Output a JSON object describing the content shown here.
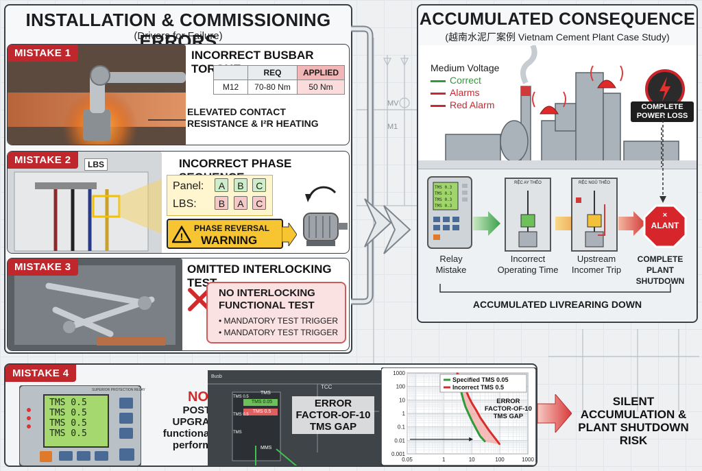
{
  "left": {
    "title": "INSTALLATION & COMMISSIONING ERRORS",
    "subtitle": "(Drivers for Failure)"
  },
  "mistake1": {
    "tag": "MISTAKE 1",
    "heading": "INCORRECT BUSBAR TORQUE",
    "table_headers": [
      "",
      "REQ",
      "APPLIED"
    ],
    "table_row": [
      "M12",
      "70-80 Nm",
      "50 Nm"
    ],
    "note_line1": "ELEVATED CONTACT",
    "note_line2": "RESISTANCE & I²R HEATING"
  },
  "mistake2": {
    "tag": "MISTAKE 2",
    "heading": "INCORRECT PHASE SEQUENCE",
    "panel_label": "LBS",
    "row1_label": "Panel:",
    "row1": [
      "A",
      "B",
      "C"
    ],
    "row2_label": "LBS:",
    "row2": [
      "B",
      "A",
      "C"
    ],
    "warn_line1": "PHASE REVERSAL",
    "warn_line2": "WARNING",
    "warn_symbol": "!"
  },
  "mistake3": {
    "tag": "MISTAKE 3",
    "heading": "OMITTED INTERLOCKING TEST",
    "box_line1": "NO INTERLOCKING",
    "box_line2": "FUNCTIONAL TEST",
    "bullets": [
      "• MANDATORY TEST TRIGGER",
      "• MANDATORY TEST TRIGGER"
    ]
  },
  "mistake4": {
    "tag": "MISTAKE 4",
    "relay_brand": "SUPERIOR PROTECTION RELAY",
    "lcd_rows": [
      "TMS  0.5",
      "TMS  0.5",
      "TMS  0.5",
      "TMS  0.5"
    ],
    "no": "NO",
    "no_line2": "POST-UPGRADE",
    "no_line3": "functional test",
    "no_line4": "performed",
    "error_line1": "ERROR",
    "error_line2": "FACTOR-OF-10",
    "error_line3": "TMS GAP",
    "tablet_rows": [
      "TMS",
      "TMS 0.05",
      "TMS 0.5"
    ],
    "tablet_labels": [
      "TMS 0.5",
      "TMS 0.5",
      "TMS"
    ],
    "tablet_footer": "MMS",
    "tcc_label": "TCC",
    "bus_label": "Busb"
  },
  "right": {
    "title": "ACCUMULATED CONSEQUENCE",
    "subtitle": "(越南水泥厂案例 Vietnam Cement Plant Case Study)",
    "legend_title": "Medium Voltage",
    "legend": [
      {
        "label": "Correct",
        "color": "#2e9a3a"
      },
      {
        "label": "Alarms",
        "color": "#c8282e"
      },
      {
        "label": "Red Alarm",
        "color": "#c8282e"
      }
    ],
    "power_loss_line1": "COMPLETE",
    "power_loss_line2": "POWER LOSS",
    "steps": [
      {
        "line1": "Relay",
        "line2": "Mistake"
      },
      {
        "line1": "Incorrect",
        "line2": "Operating Time"
      },
      {
        "line1": "Upstream",
        "line2": "Incomer Trip"
      }
    ],
    "relay_lcd": [
      "TMS 0.3",
      "TMS 0.3",
      "TMS 0.3",
      "TMS 0.3"
    ],
    "cb_tag1": "RỆC AY THẺO",
    "cb_tag2": "RỆC NGỦ THẺO",
    "stop_text": "ALANT",
    "stop_x": "×",
    "shutdown_line1": "COMPLETE PLANT",
    "shutdown_line2": "SHUTDOWN",
    "bottom_label": "ACCUMULATED LIVREARING DOWN"
  },
  "schematic": {
    "mv_label": "MV",
    "m1_label": "M1"
  },
  "final": {
    "line1": "SILENT",
    "line2": "ACCUMULATION &",
    "line3": "PLANT SHUTDOWN RISK"
  },
  "chart_data": {
    "type": "line",
    "title": "",
    "xlabel": "",
    "ylabel": "",
    "x_scale": "log",
    "y_scale": "log",
    "xlim": [
      0.05,
      1000
    ],
    "ylim": [
      0.001,
      1000
    ],
    "x_ticks": [
      "0.05",
      "1",
      "10",
      "100",
      "1000"
    ],
    "y_ticks": [
      "1000",
      "100",
      "10",
      "1",
      "0.1",
      "0.01",
      "0.001"
    ],
    "grid": true,
    "legend_position": "top-right",
    "series": [
      {
        "name": "Specified TMS 0.05",
        "color": "#2e9a3a",
        "x": [
          3,
          4,
          5,
          6,
          8,
          10,
          15,
          20,
          30
        ],
        "y": [
          1000,
          60,
          10,
          3,
          0.8,
          0.3,
          0.06,
          0.02,
          0.008
        ]
      },
      {
        "name": "Incorrect TMS 0.5",
        "color": "#d62d2d",
        "x": [
          3,
          4,
          6,
          8,
          10,
          15,
          20,
          40,
          100
        ],
        "y": [
          1000,
          400,
          60,
          15,
          6,
          1.5,
          0.5,
          0.06,
          0.005
        ]
      }
    ],
    "annotation_line1": "ERROR",
    "annotation_line2": "FACTOR-OF-10",
    "annotation_line3": "TMS GAP"
  }
}
